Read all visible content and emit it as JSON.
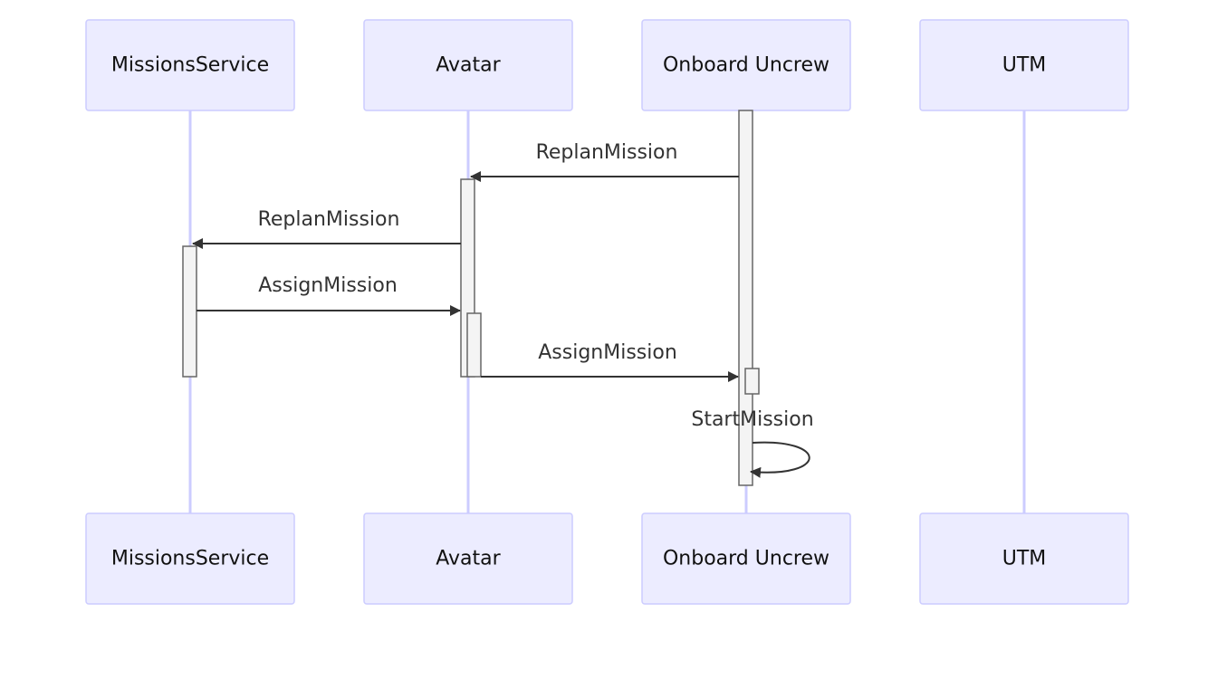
{
  "actors": [
    {
      "id": "missions",
      "label": "MissionsService"
    },
    {
      "id": "avatar",
      "label": "Avatar"
    },
    {
      "id": "onboard",
      "label": "Onboard Uncrew"
    },
    {
      "id": "utm",
      "label": "UTM"
    }
  ],
  "messages": [
    {
      "from": "onboard",
      "to": "avatar",
      "label": "ReplanMission"
    },
    {
      "from": "avatar",
      "to": "missions",
      "label": "ReplanMission"
    },
    {
      "from": "missions",
      "to": "avatar",
      "label": "AssignMission"
    },
    {
      "from": "avatar",
      "to": "onboard",
      "label": "AssignMission"
    },
    {
      "from": "onboard",
      "to": "onboard",
      "label": "StartMission"
    }
  ]
}
